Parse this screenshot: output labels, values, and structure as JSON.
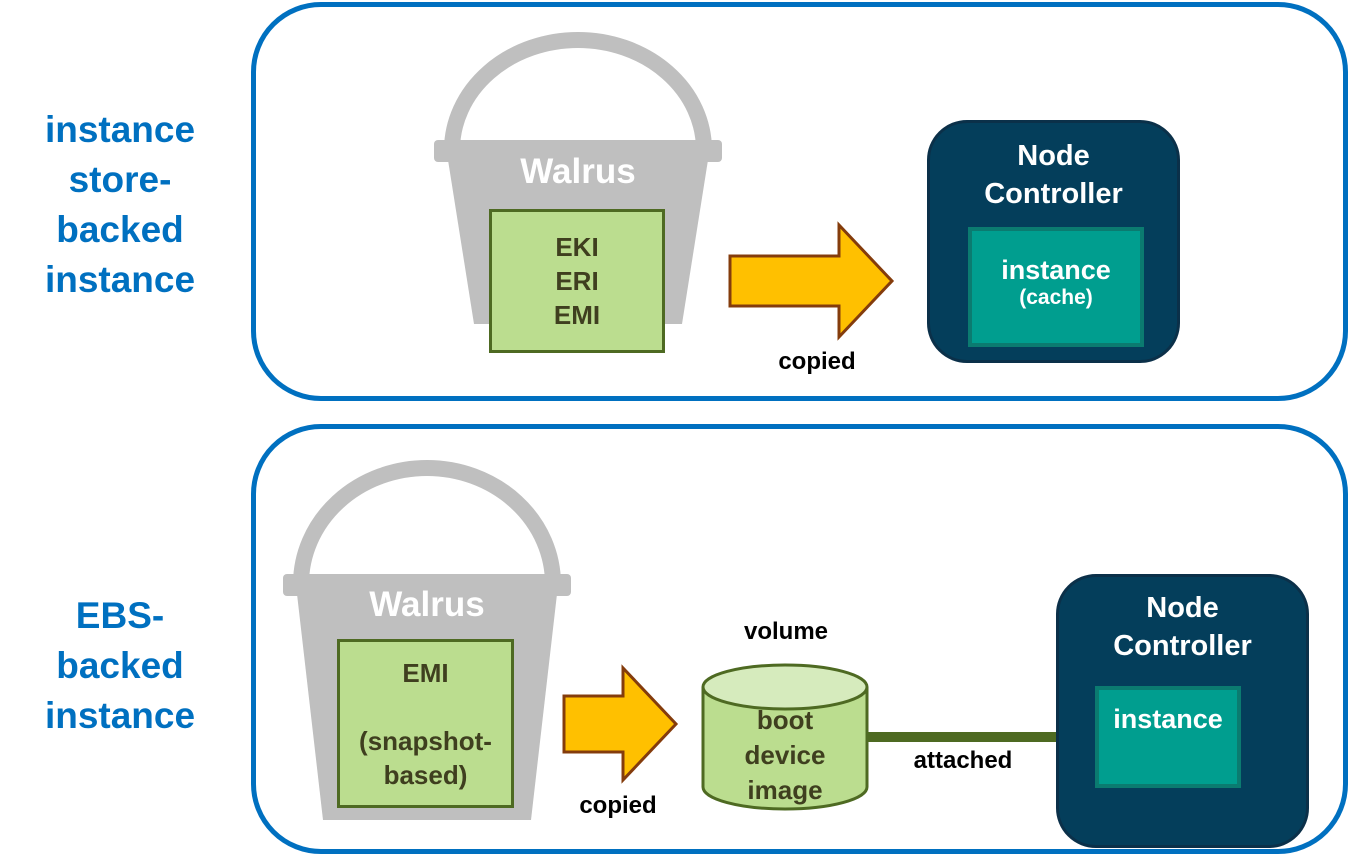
{
  "colors": {
    "accent_blue": "#0070c0",
    "bucket_gray": "#bfbfbf",
    "image_green": "#bbdd8f",
    "arrow_gold": "#ffc000",
    "node_controller_navy": "#043e5b",
    "instance_teal": "#009e8f"
  },
  "sections": [
    {
      "label_lines": [
        "instance",
        "store-",
        "backed",
        "instance"
      ],
      "bucket": {
        "title": "Walrus",
        "contents_lines": [
          "EKI",
          "ERI",
          "EMI"
        ]
      },
      "arrow": {
        "icon": "right-arrow-icon",
        "caption": "copied"
      },
      "node_controller": {
        "title_lines": [
          "Node",
          "Controller"
        ],
        "instance_label": "instance",
        "instance_sub": "(cache)"
      }
    },
    {
      "label_lines": [
        "EBS-",
        "backed",
        "instance"
      ],
      "bucket": {
        "title": "Walrus",
        "contents_lines": [
          "EMI",
          "",
          "(snapshot-",
          "based)"
        ]
      },
      "arrow": {
        "icon": "right-arrow-icon",
        "caption": "copied"
      },
      "volume": {
        "caption": "volume",
        "contents_lines": [
          "boot",
          "device",
          "image"
        ]
      },
      "connection": {
        "caption": "attached"
      },
      "node_controller": {
        "title_lines": [
          "Node",
          "Controller"
        ],
        "instance_label": "instance"
      }
    }
  ]
}
